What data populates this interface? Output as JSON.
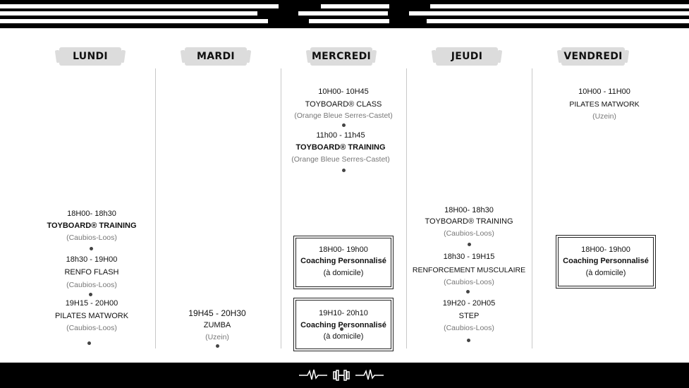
{
  "days": [
    "LUNDI",
    "MARDI",
    "MERCREDI",
    "JEUDI",
    "VENDREDI"
  ],
  "lundi": {
    "s1": {
      "time": "18H00- 18h30",
      "name": "TOYBOARD® TRAINING",
      "loc": "(Caubios-Loos)"
    },
    "s2": {
      "time": "18h30 - 19H00",
      "name": "RENFO FLASH",
      "loc": "(Caubios-Loos)"
    },
    "s3": {
      "time": "19H15 - 20H00",
      "name": "PILATES MATWORK",
      "loc": "(Caubios-Loos)"
    }
  },
  "mardi": {
    "s1": {
      "time": "19H45 - 20H30",
      "name": "ZUMBA",
      "loc": "(Uzein)"
    }
  },
  "mercredi": {
    "s1": {
      "time": "10H00- 10H45",
      "name": "TOYBOARD® CLASS",
      "loc": "(Orange Bleue Serres-Castet)"
    },
    "s2": {
      "time": "11h00 - 11h45",
      "name": "TOYBOARD® TRAINING",
      "loc": "(Orange Bleue Serres-Castet)"
    },
    "c1": {
      "time": "18H00- 19h00",
      "name": "Coaching Personnalisé",
      "loc": "(à domicile)"
    },
    "c2": {
      "time": "19H10- 20h10",
      "name": "Coaching Personnalisé",
      "loc": "(à domicile)"
    }
  },
  "jeudi": {
    "s1": {
      "time": "18H00- 18h30",
      "name": "TOYBOARD® TRAINING",
      "loc": "(Caubios-Loos)"
    },
    "s2": {
      "time": "18h30 - 19H15",
      "name": "RENFORCEMENT MUSCULAIRE",
      "loc": "(Caubios-Loos)"
    },
    "s3": {
      "time": "19H20 - 20H05",
      "name": "STEP",
      "loc": "(Caubios-Loos)"
    }
  },
  "vendredi": {
    "s1": {
      "time": "10H00 - 11H00",
      "name": "PILATES MATWORK",
      "loc": "(Uzein)"
    },
    "c1": {
      "time": "18H00- 19h00",
      "name": "Coaching Personnalisé",
      "loc": "(à domicile)"
    }
  },
  "icons": [
    "heartbeat-icon",
    "dumbbell-icon",
    "heartbeat-icon"
  ]
}
